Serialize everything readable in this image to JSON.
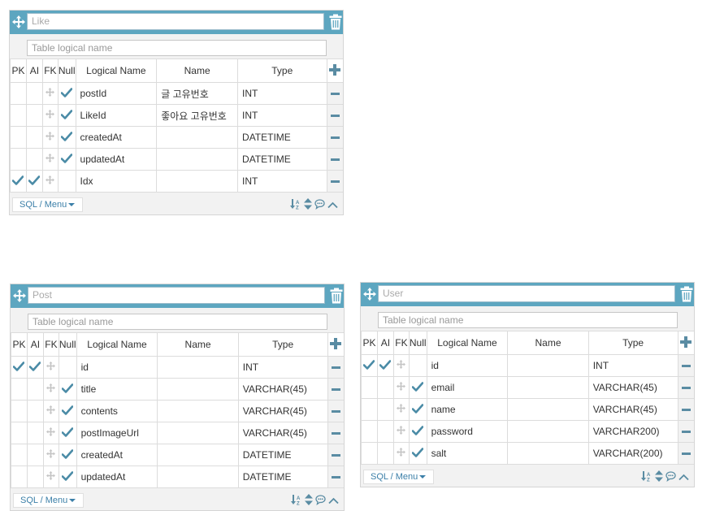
{
  "columns_header": {
    "pk": "PK",
    "ai": "AI",
    "fk": "FK",
    "null": "Null",
    "logical_name": "Logical Name",
    "name": "Name",
    "type": "Type"
  },
  "placeholders": {
    "logical": "Table logical name"
  },
  "footer": {
    "sql_menu": "SQL / Menu"
  },
  "colors": {
    "header": "#5da6c0",
    "check": "#4a8ba6",
    "muted": "#c4c4c4"
  },
  "tables": {
    "like": {
      "name": "Like",
      "rows": [
        {
          "pk": false,
          "ai": false,
          "null": true,
          "logical": "postId",
          "name": "글 고유번호",
          "type": "INT"
        },
        {
          "pk": false,
          "ai": false,
          "null": true,
          "logical": "LikeId",
          "name": "좋아요 고유번호",
          "type": "INT"
        },
        {
          "pk": false,
          "ai": false,
          "null": true,
          "logical": "createdAt",
          "name": "",
          "type": "DATETIME"
        },
        {
          "pk": false,
          "ai": false,
          "null": true,
          "logical": "updatedAt",
          "name": "",
          "type": "DATETIME"
        },
        {
          "pk": true,
          "ai": true,
          "null": false,
          "logical": "Idx",
          "name": "",
          "type": "INT"
        }
      ]
    },
    "post": {
      "name": "Post",
      "rows": [
        {
          "pk": true,
          "ai": true,
          "null": false,
          "logical": "id",
          "name": "",
          "type": "INT"
        },
        {
          "pk": false,
          "ai": false,
          "null": true,
          "logical": "title",
          "name": "",
          "type": "VARCHAR(45)"
        },
        {
          "pk": false,
          "ai": false,
          "null": true,
          "logical": "contents",
          "name": "",
          "type": "VARCHAR(45)"
        },
        {
          "pk": false,
          "ai": false,
          "null": true,
          "logical": "postImageUrl",
          "name": "",
          "type": "VARCHAR(45)"
        },
        {
          "pk": false,
          "ai": false,
          "null": true,
          "logical": "createdAt",
          "name": "",
          "type": "DATETIME"
        },
        {
          "pk": false,
          "ai": false,
          "null": true,
          "logical": "updatedAt",
          "name": "",
          "type": "DATETIME"
        }
      ]
    },
    "user": {
      "name": "User",
      "rows": [
        {
          "pk": true,
          "ai": true,
          "null": false,
          "logical": "id",
          "name": "",
          "type": "INT"
        },
        {
          "pk": false,
          "ai": false,
          "null": true,
          "logical": "email",
          "name": "",
          "type": "VARCHAR(45)"
        },
        {
          "pk": false,
          "ai": false,
          "null": true,
          "logical": "name",
          "name": "",
          "type": "VARCHAR(45)"
        },
        {
          "pk": false,
          "ai": false,
          "null": true,
          "logical": "password",
          "name": "",
          "type": "VARCHAR200)"
        },
        {
          "pk": false,
          "ai": false,
          "null": true,
          "logical": "salt",
          "name": "",
          "type": "VARCHAR(200)"
        }
      ]
    }
  }
}
